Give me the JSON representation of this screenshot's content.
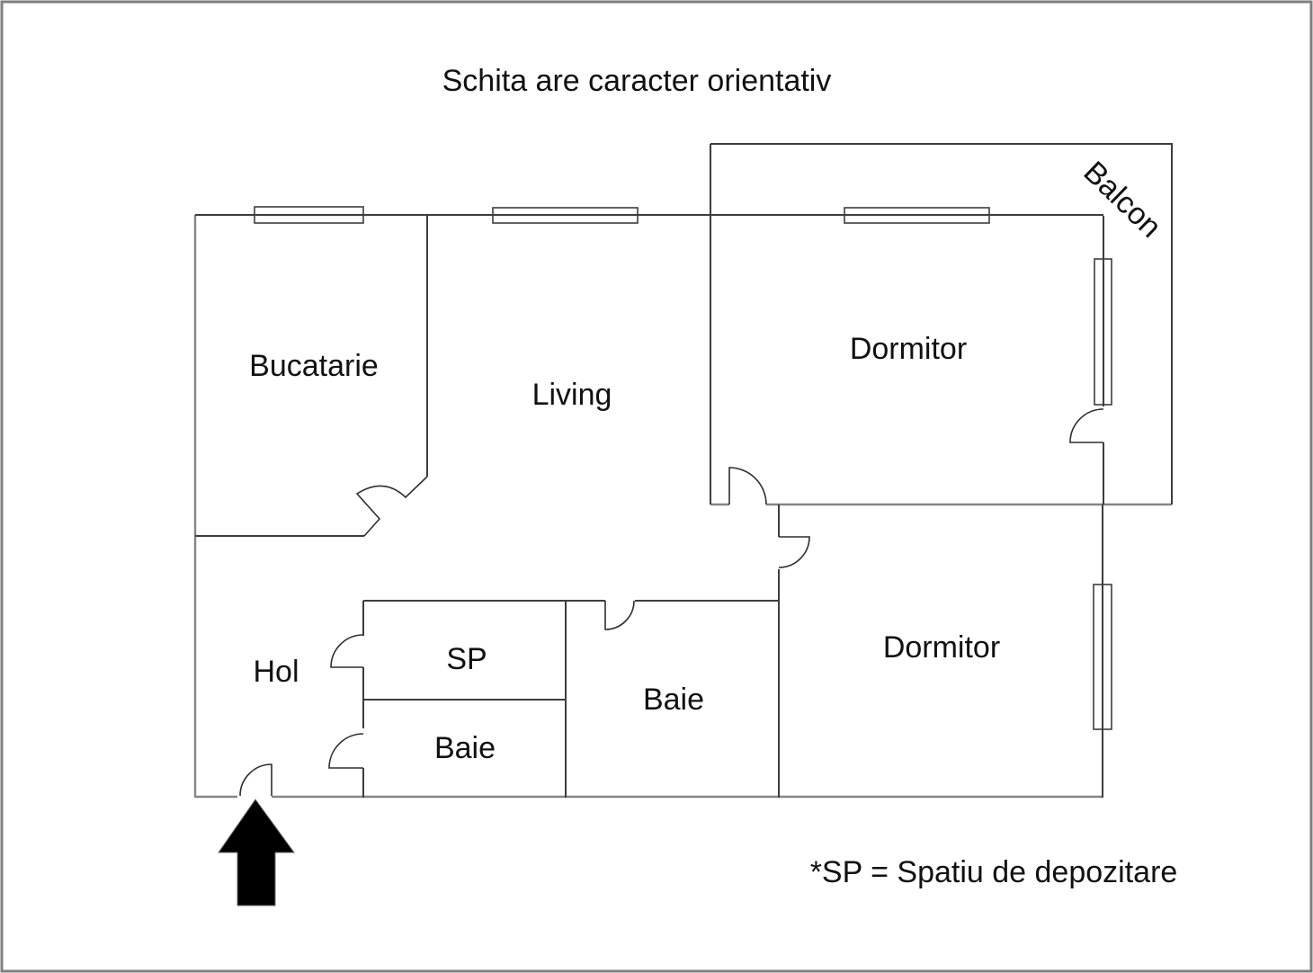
{
  "title": "Schita are caracter orientativ",
  "note": "*SP = Spatiu de depozitare",
  "rooms": {
    "bucatarie": "Bucatarie",
    "living": "Living",
    "dormitor_top": "Dormitor",
    "dormitor_bottom": "Dormitor",
    "hol": "Hol",
    "sp": "SP",
    "baie_small": "Baie",
    "baie_big": "Baie",
    "balcon": "Balcon"
  },
  "symbols": {
    "entrance_arrow": "entrance-direction-arrow"
  }
}
